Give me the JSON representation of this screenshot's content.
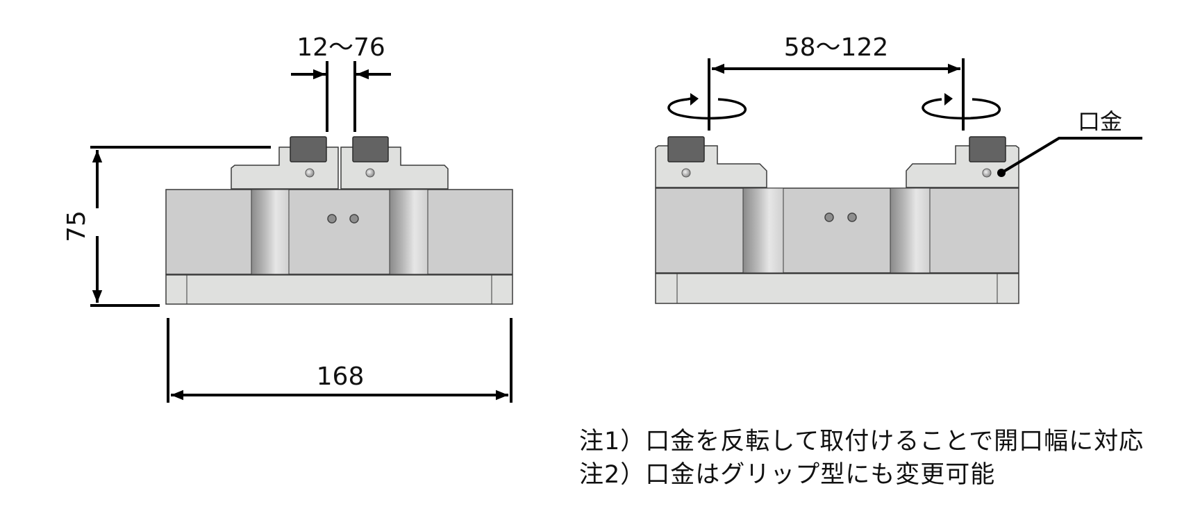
{
  "drawing": {
    "left_view": {
      "jaw_gap_dimension": "12〜76",
      "height_dimension": "75",
      "width_dimension": "168"
    },
    "right_view": {
      "jaw_span_dimension": "58〜122",
      "callout_label": "口金",
      "rotation_symbols": [
        "rotate-icon",
        "rotate-icon"
      ]
    },
    "notes": [
      "注1）口金を反転して取付けることで開口幅に対応",
      "注2）口金はグリップ型にも変更可能"
    ]
  },
  "colors": {
    "line": "#000000",
    "body_fill": "#cdcdcd",
    "plate_fill": "#dfe0de",
    "jaw_fill": "#636363",
    "base_fill": "#dfe0de",
    "outline": "#3a3a3a"
  }
}
